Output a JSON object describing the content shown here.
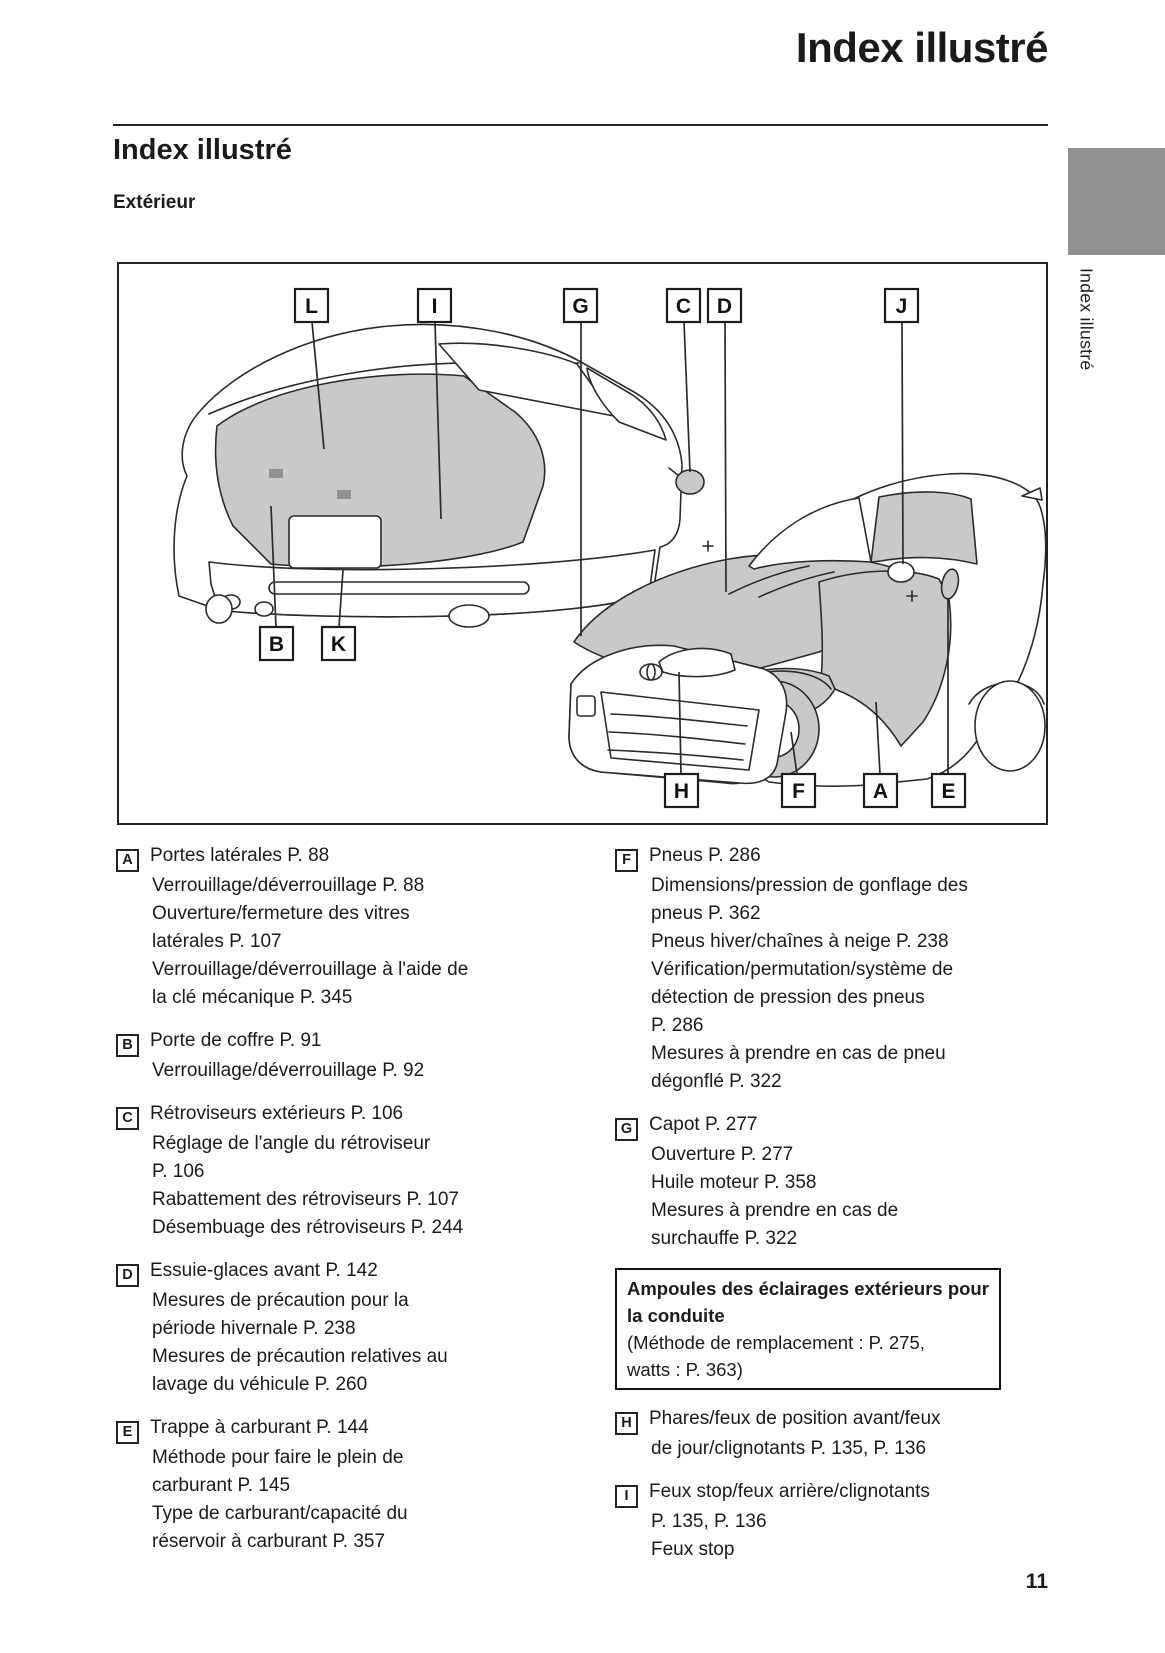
{
  "page": {
    "header_title": "Index illustré",
    "section_title": "Index illustré",
    "subsection_title": "Extérieur",
    "sidebar_tab_text": "Index illustré",
    "page_number": "11"
  },
  "colors": {
    "tab_gray": "#8f9193",
    "art_gray": "#c8c9ca",
    "ink": "#1b1b1b"
  },
  "diagram": {
    "description": "Line art of vehicle exterior, rear three-quarter view and front three-quarter view, with lettered callouts",
    "callouts": [
      "L",
      "I",
      "G",
      "C",
      "D",
      "J",
      "B",
      "K",
      "H",
      "F",
      "A",
      "E"
    ]
  },
  "legend": {
    "left": [
      {
        "letter": "A",
        "lines": [
          "Portes latérales P. 88",
          "Verrouillage/déverrouillage P. 88",
          "Ouverture/fermeture des vitres",
          "latérales P. 107",
          "Verrouillage/déverrouillage à l'aide de",
          "la clé mécanique P. 345"
        ]
      },
      {
        "letter": "B",
        "lines": [
          "Porte de coffre P. 91",
          "Verrouillage/déverrouillage P. 92"
        ]
      },
      {
        "letter": "C",
        "lines": [
          "Rétroviseurs extérieurs P. 106",
          "Réglage de l'angle du rétroviseur",
          "P. 106",
          "Rabattement des rétroviseurs P. 107",
          "Désembuage des rétroviseurs P. 244"
        ]
      },
      {
        "letter": "D",
        "lines": [
          "Essuie-glaces avant P. 142",
          "Mesures de précaution pour la",
          "période hivernale P. 238",
          "Mesures de précaution relatives au",
          "lavage du véhicule P. 260"
        ]
      },
      {
        "letter": "E",
        "lines": [
          "Trappe à carburant P. 144",
          "Méthode pour faire le plein de",
          "carburant P. 145",
          "Type de carburant/capacité du",
          "réservoir à carburant P. 357"
        ]
      }
    ],
    "right_top": [
      {
        "letter": "F",
        "lines": [
          "Pneus P. 286",
          "Dimensions/pression de gonflage des",
          "pneus P. 362",
          "Pneus hiver/chaînes à neige P. 238",
          "Vérification/permutation/système de",
          "détection de pression des pneus",
          "P. 286",
          "Mesures à prendre en cas de pneu",
          "dégonflé P. 322"
        ]
      },
      {
        "letter": "G",
        "lines": [
          "Capot P. 277",
          "Ouverture P. 277",
          "Huile moteur P. 358",
          "Mesures à prendre en cas de",
          "surchauffe P. 322"
        ]
      }
    ],
    "note": {
      "bold_lines": [
        "Ampoules des éclairages extérieurs pour",
        "la conduite"
      ],
      "detail_lines": [
        "(Méthode de remplacement : P. 275,",
        "watts : P. 363)"
      ]
    },
    "right_bottom": [
      {
        "letter": "H",
        "lines": [
          "Phares/feux de position avant/feux",
          "de jour/clignotants P. 135, P. 136"
        ]
      },
      {
        "letter": "I",
        "lines": [
          "Feux stop/feux arrière/clignotants",
          "P. 135, P. 136",
          "Feux stop"
        ]
      }
    ]
  }
}
